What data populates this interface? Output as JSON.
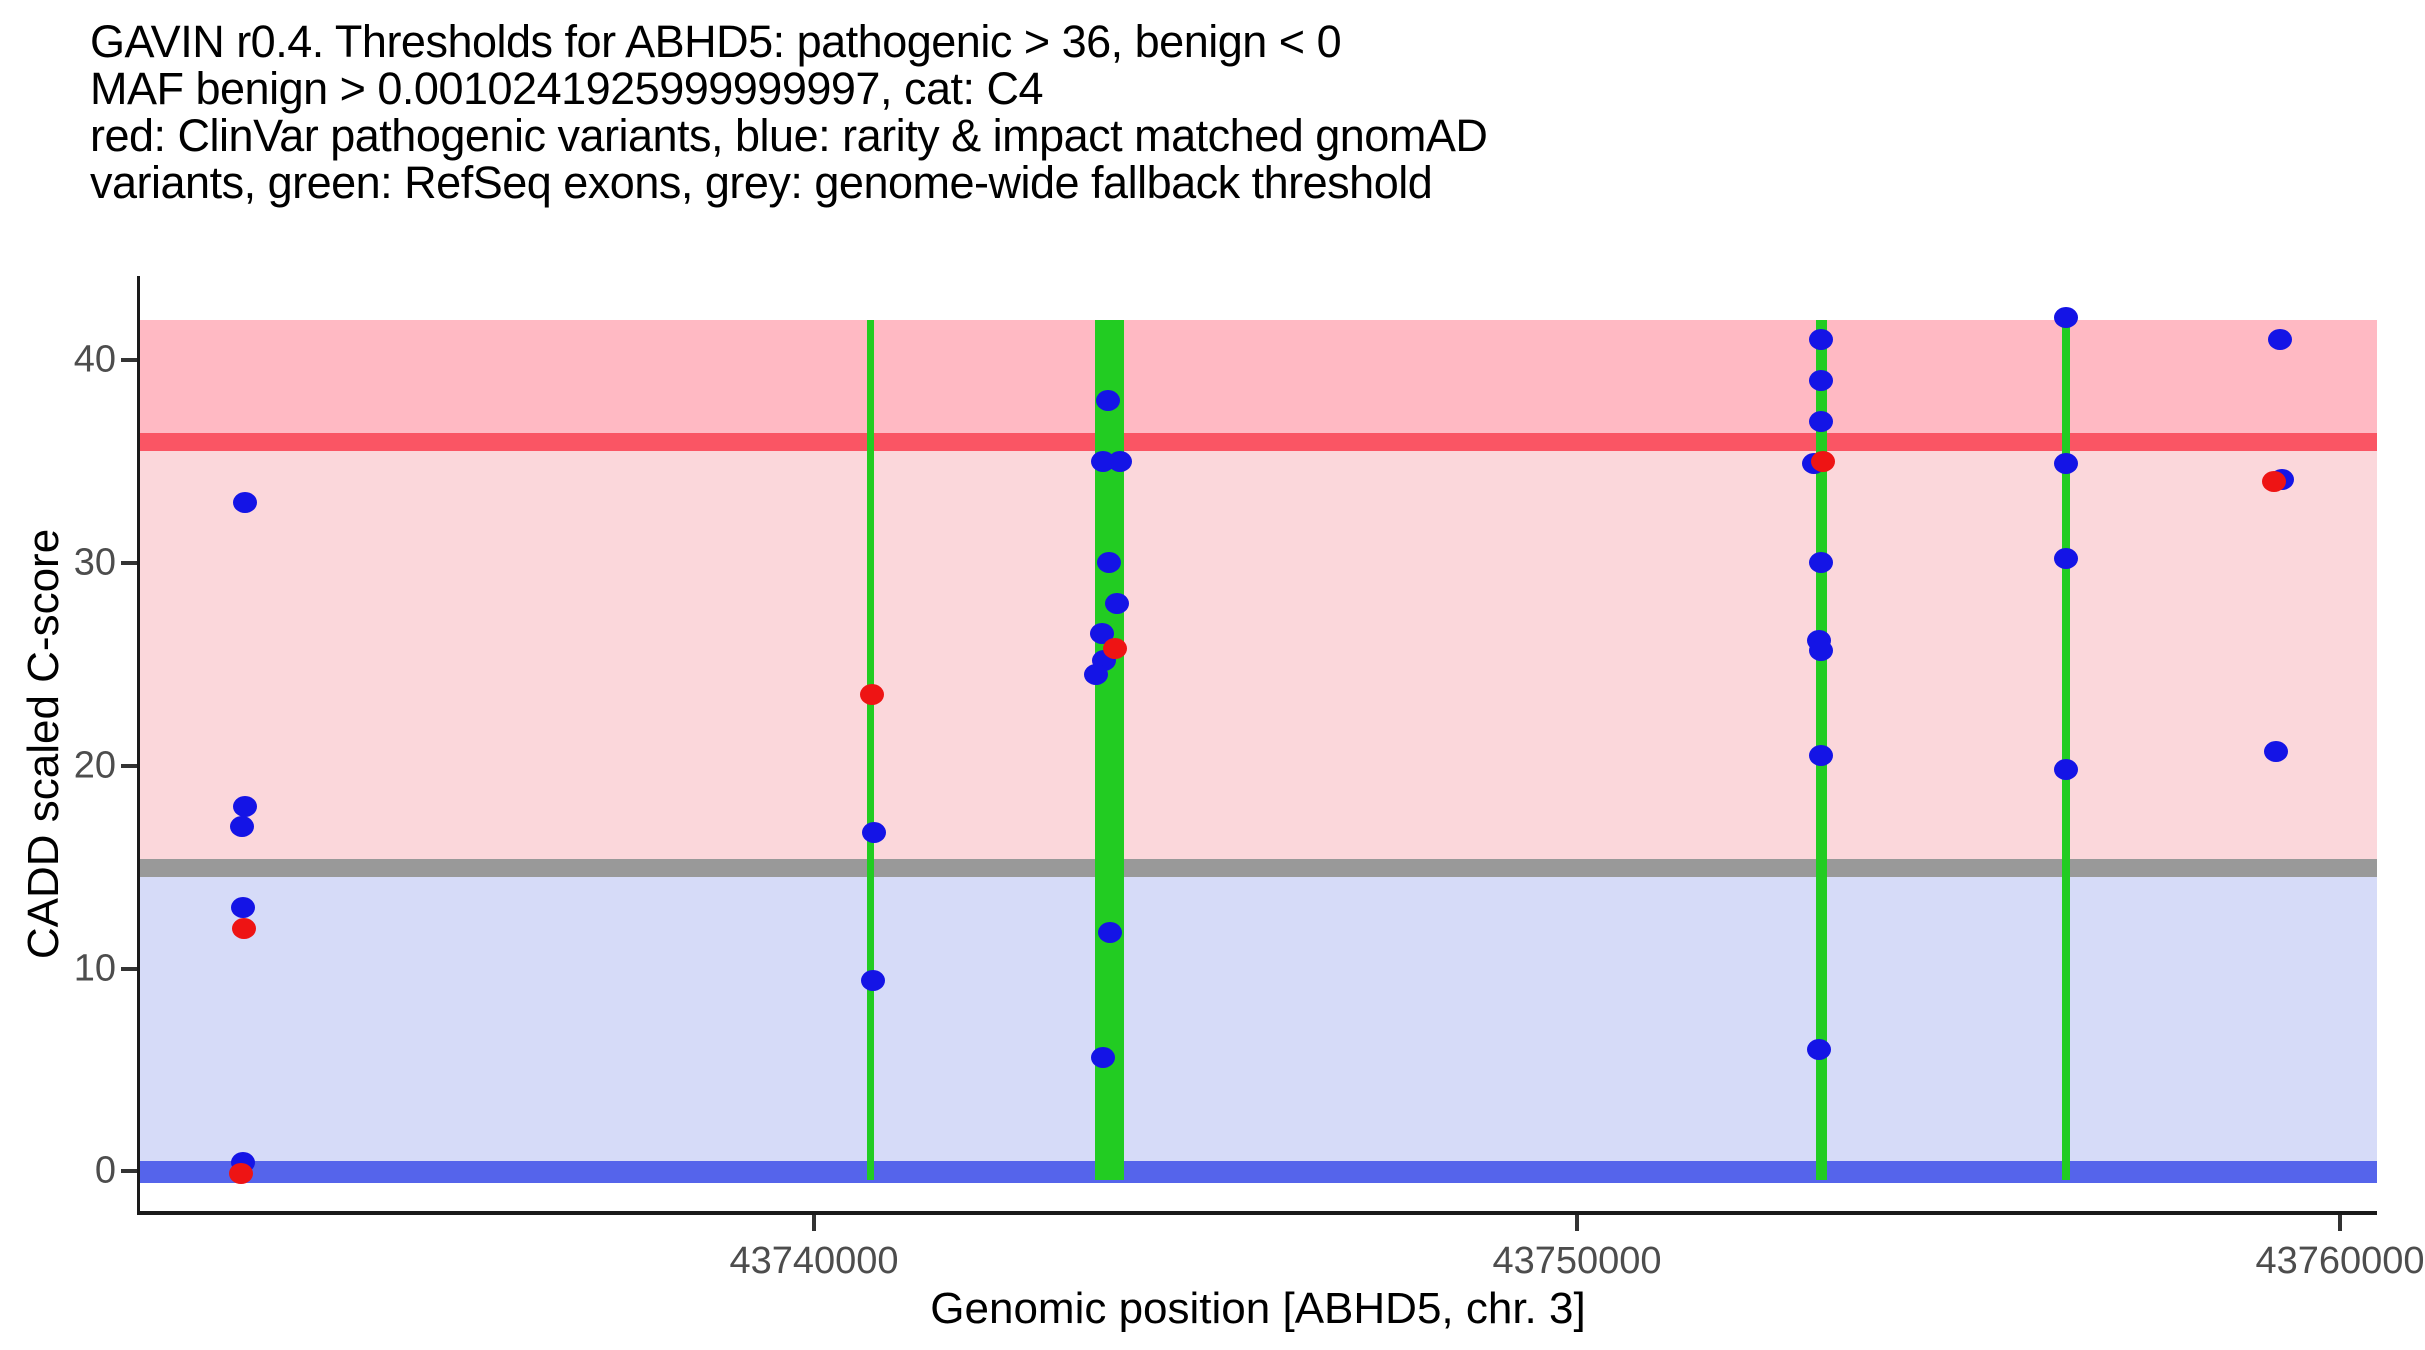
{
  "title_lines": [
    "GAVIN r0.4. Thresholds for ABHD5: pathogenic > 36, benign < 0",
    "MAF benign > 0.0010241925999999997, cat: C4",
    "red: ClinVar pathogenic variants, blue: rarity & impact matched gnomAD",
    "variants, green: RefSeq exons, grey: genome-wide fallback threshold"
  ],
  "colors": {
    "background": "#FFFFFF",
    "pathogenic_band": "#FFB9C3",
    "intermediate_band": "#FBD7DB",
    "benign_band": "#D6DBF8",
    "pathogenic_threshold_line": "#FA5564",
    "fallback_threshold_line": "#999999",
    "benign_threshold_line": "#5564EB",
    "exon_green": "#22CC22",
    "clinvar_red": "#EE1414",
    "gnomad_blue": "#1414E6",
    "axis_tick_text": "#4D4D4D",
    "axis_title_text": "#000000"
  },
  "chart_data": {
    "type": "scatter",
    "title": "GAVIN r0.4. Thresholds for ABHD5: pathogenic > 36, benign < 0; MAF benign > 0.0010241925999999997, cat: C4",
    "xlabel": "Genomic position [ABHD5, chr. 3]",
    "ylabel": "CADD scaled C-score",
    "xlim": [
      43731166,
      43760485
    ],
    "ylim": [
      -2.0,
      44.15
    ],
    "grid": false,
    "legend": "described in title text (red/blue/green/grey)",
    "x_ticks": {
      "values": [
        43740000,
        43750000,
        43760000
      ],
      "labels": [
        "43740000",
        "43750000",
        "43760000"
      ]
    },
    "y_ticks": {
      "values": [
        0,
        10,
        20,
        30,
        40
      ],
      "labels": [
        "0",
        "10",
        "20",
        "30",
        "40"
      ]
    },
    "thresholds": {
      "pathogenic_cadd": 36,
      "benign_cadd": 0,
      "genome_wide_fallback_cadd": 15,
      "shaded_region_top": 42
    },
    "bands": [
      {
        "name": "pathogenic-region",
        "from": 36.4,
        "to": 42.0,
        "color": "#FFB9C3"
      },
      {
        "name": "pathogenic-threshold-line",
        "from": 35.5,
        "to": 36.4,
        "color": "#FA5564"
      },
      {
        "name": "intermediate-region",
        "from": 15.4,
        "to": 35.5,
        "color": "#FBD7DB"
      },
      {
        "name": "fallback-threshold-line",
        "from": 14.5,
        "to": 15.4,
        "color": "#999999"
      },
      {
        "name": "benign-region",
        "from": 0.5,
        "to": 14.5,
        "color": "#D6DBF8"
      },
      {
        "name": "benign-threshold-line",
        "from": -0.55,
        "to": 0.5,
        "color": "#5564EB"
      }
    ],
    "exons": {
      "color": "#22CC22",
      "y_span": [
        -0.4,
        42.0
      ],
      "regions": [
        [
          43740695,
          43740786
        ],
        [
          43743683,
          43744063
        ],
        [
          43753132,
          43753276
        ],
        [
          43756356,
          43756461
        ]
      ]
    },
    "series": [
      {
        "name": "rarity & impact matched gnomAD variants",
        "color": "#1414E6",
        "points": [
          [
            43732543,
            33.0
          ],
          [
            43732543,
            18.0
          ],
          [
            43732504,
            17.0
          ],
          [
            43732517,
            13.0
          ],
          [
            43732517,
            0.45
          ],
          [
            43740786,
            16.7
          ],
          [
            43740773,
            9.4
          ],
          [
            43743853,
            38.0
          ],
          [
            43743788,
            35.0
          ],
          [
            43744010,
            35.0
          ],
          [
            43743866,
            30.0
          ],
          [
            43743971,
            28.0
          ],
          [
            43743775,
            26.5
          ],
          [
            43743801,
            25.2
          ],
          [
            43743696,
            24.5
          ],
          [
            43743879,
            11.8
          ],
          [
            43743788,
            5.6
          ],
          [
            43753198,
            41.0
          ],
          [
            43753198,
            39.0
          ],
          [
            43753198,
            37.0
          ],
          [
            43753106,
            34.9
          ],
          [
            43753198,
            30.0
          ],
          [
            43753172,
            26.2
          ],
          [
            43753198,
            25.7
          ],
          [
            43753198,
            20.5
          ],
          [
            43753172,
            6.0
          ],
          [
            43756409,
            42.1
          ],
          [
            43756409,
            34.9
          ],
          [
            43756409,
            30.2
          ],
          [
            43756409,
            19.8
          ],
          [
            43759213,
            41.0
          ],
          [
            43759240,
            34.1
          ],
          [
            43759161,
            20.7
          ]
        ]
      },
      {
        "name": "ClinVar pathogenic variants",
        "color": "#EE1414",
        "points": [
          [
            43732530,
            12.0
          ],
          [
            43732490,
            -0.1
          ],
          [
            43740760,
            23.5
          ],
          [
            43743945,
            25.8
          ],
          [
            43753224,
            35.0
          ],
          [
            43759135,
            34.0
          ]
        ]
      }
    ]
  },
  "y_axis": {
    "label": "CADD scaled C-score"
  },
  "x_axis": {
    "label": "Genomic position [ABHD5, chr. 3]"
  }
}
